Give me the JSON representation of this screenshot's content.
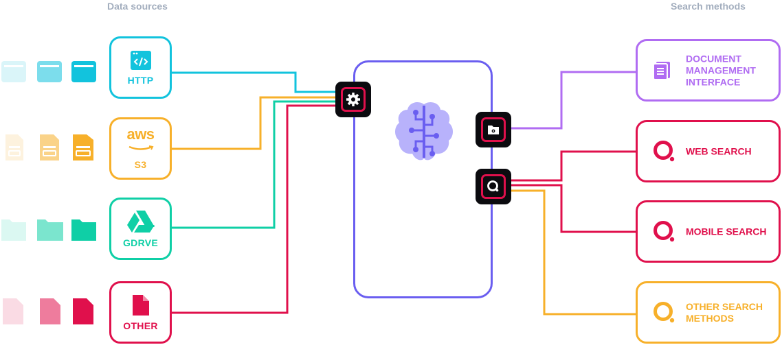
{
  "headings": {
    "sources": "Data sources",
    "methods": "Search methods"
  },
  "colors": {
    "http": "#12c3dd",
    "s3": "#f7b02a",
    "gdrive": "#0fcfa6",
    "other": "#e0104c",
    "dmi": "#b06cf2",
    "hub": "#6a5ef0",
    "node": "#0b0b0f"
  },
  "sources": [
    {
      "label": "HTTP",
      "icon": "code-window-icon"
    },
    {
      "label": "S3",
      "icon": "aws-logo-icon"
    },
    {
      "label": "GDRVE",
      "icon": "google-drive-icon"
    },
    {
      "label": "OTHER",
      "icon": "file-icon"
    }
  ],
  "methods": [
    {
      "label": "DOCUMENT MANAGEMENT INTERFACE",
      "icon": "document-icon"
    },
    {
      "label": "WEB SEARCH",
      "icon": "search-icon"
    },
    {
      "label": "MOBILE SEARCH",
      "icon": "search-icon"
    },
    {
      "label": "OTHER SEARCH METHODS",
      "icon": "search-icon"
    }
  ],
  "hub": {
    "icon": "brain-icon",
    "nodes": [
      "gear-icon",
      "folder-gear-icon",
      "search-icon"
    ]
  },
  "logo_text": {
    "aws": "aws"
  }
}
